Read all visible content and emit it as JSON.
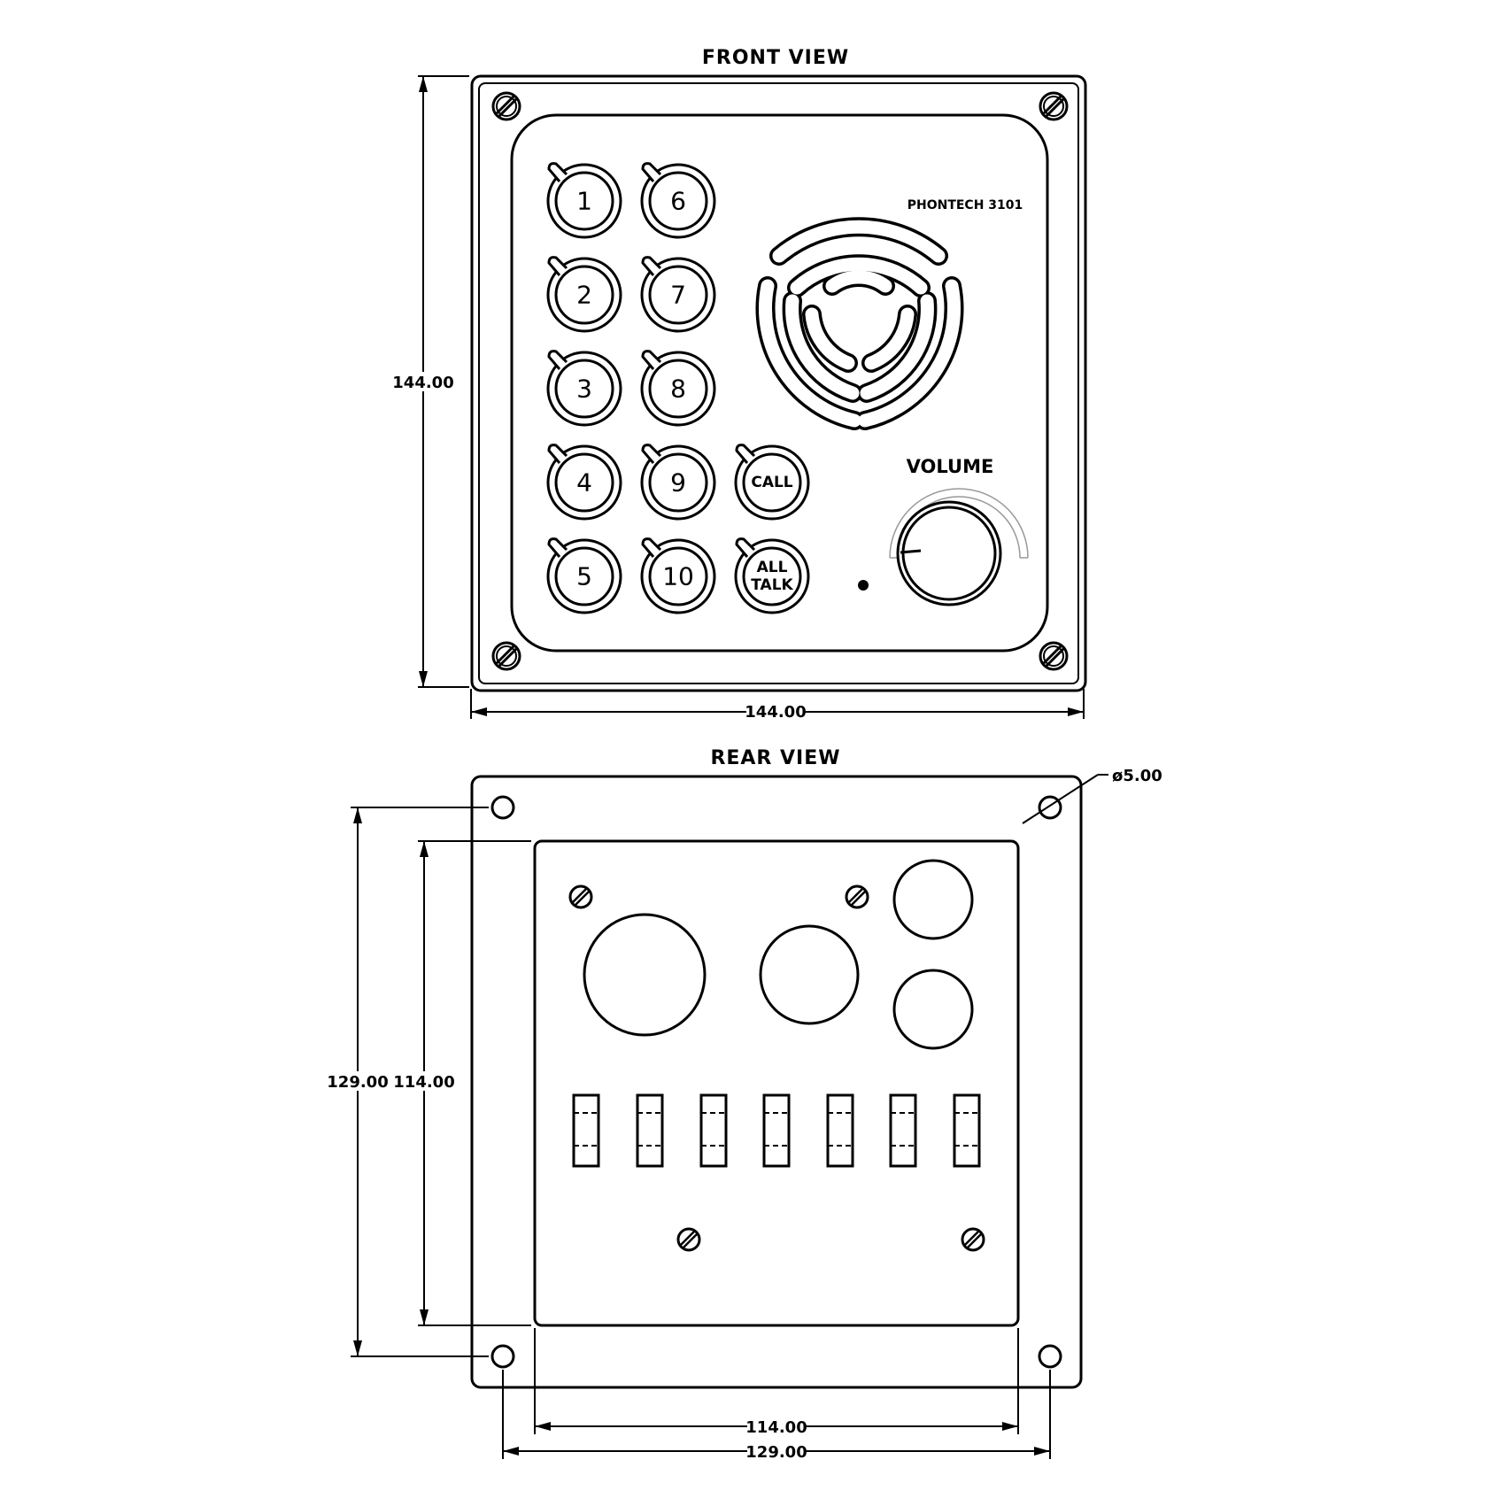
{
  "views": {
    "front_title": "FRONT VIEW",
    "rear_title": "REAR VIEW"
  },
  "front": {
    "brand": "PHONTECH 3101",
    "volume_label": "VOLUME",
    "keys_col1": [
      "1",
      "2",
      "3",
      "4",
      "5"
    ],
    "keys_col2": [
      "6",
      "7",
      "8",
      "9",
      "10"
    ],
    "call_label": "CALL",
    "all_label": "ALL",
    "talk_label": "TALK"
  },
  "dimensions": {
    "front_height": "144.00",
    "front_width": "144.00",
    "hole_diameter": "ø5.00",
    "rear_outer_height": "129.00",
    "rear_inner_height": "114.00",
    "rear_inner_width": "114.00",
    "rear_outer_width": "129.00"
  }
}
